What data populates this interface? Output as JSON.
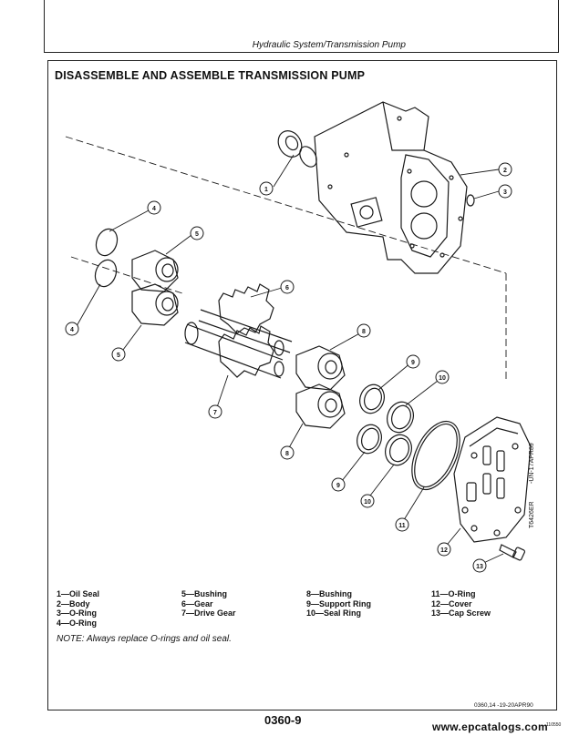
{
  "header": {
    "title": "Hydraulic System/Transmission Pump"
  },
  "section": {
    "title": "DISASSEMBLE AND ASSEMBLE TRANSMISSION PUMP"
  },
  "figure": {
    "code_top": "-UN-17APR89",
    "code_bottom": "T6426ER",
    "callouts": [
      "1",
      "2",
      "3",
      "4",
      "4",
      "5",
      "5",
      "6",
      "7",
      "8",
      "8",
      "9",
      "9",
      "10",
      "10",
      "11",
      "12",
      "13"
    ]
  },
  "legend": {
    "col1": [
      "1—Oil Seal",
      "2—Body",
      "3—O-Ring",
      "4—O-Ring"
    ],
    "col2": [
      "5—Bushing",
      "6—Gear",
      "7—Drive Gear"
    ],
    "col3": [
      "8—Bushing",
      "9—Support Ring",
      "10—Seal Ring"
    ],
    "col4": [
      "11—O-Ring",
      "12—Cover",
      "13—Cap Screw"
    ]
  },
  "note": "NOTE: Always replace O-rings and oil seal.",
  "footer": {
    "ref": "0360,14     -19-20APR90",
    "page": "0360-9",
    "site": "www.epcatalogs.com",
    "site_small": "110550"
  }
}
